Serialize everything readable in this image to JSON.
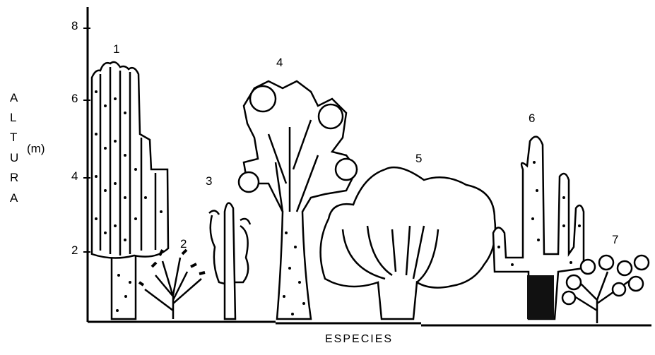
{
  "axis": {
    "y_letters": [
      "A",
      "L",
      "T",
      "U",
      "R",
      "A"
    ],
    "y_unit": "(m)",
    "y_ticks": [
      "8",
      "6",
      "4",
      "2"
    ],
    "x_label": "ESPECIES"
  },
  "species": [
    "1",
    "2",
    "3",
    "4",
    "5",
    "6",
    "7"
  ],
  "colors": {
    "ink": "#000000",
    "paper": "#ffffff"
  }
}
